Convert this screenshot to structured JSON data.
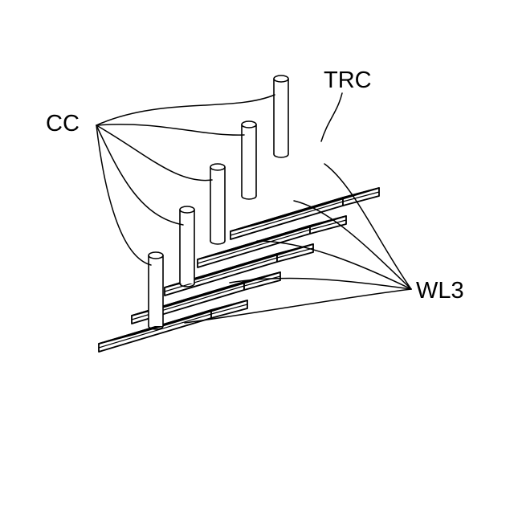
{
  "labels": {
    "cc": "CC",
    "trc": "TRC",
    "wl3": "WL3"
  },
  "colors": {
    "ink": "#000000",
    "paper": "#ffffff"
  }
}
